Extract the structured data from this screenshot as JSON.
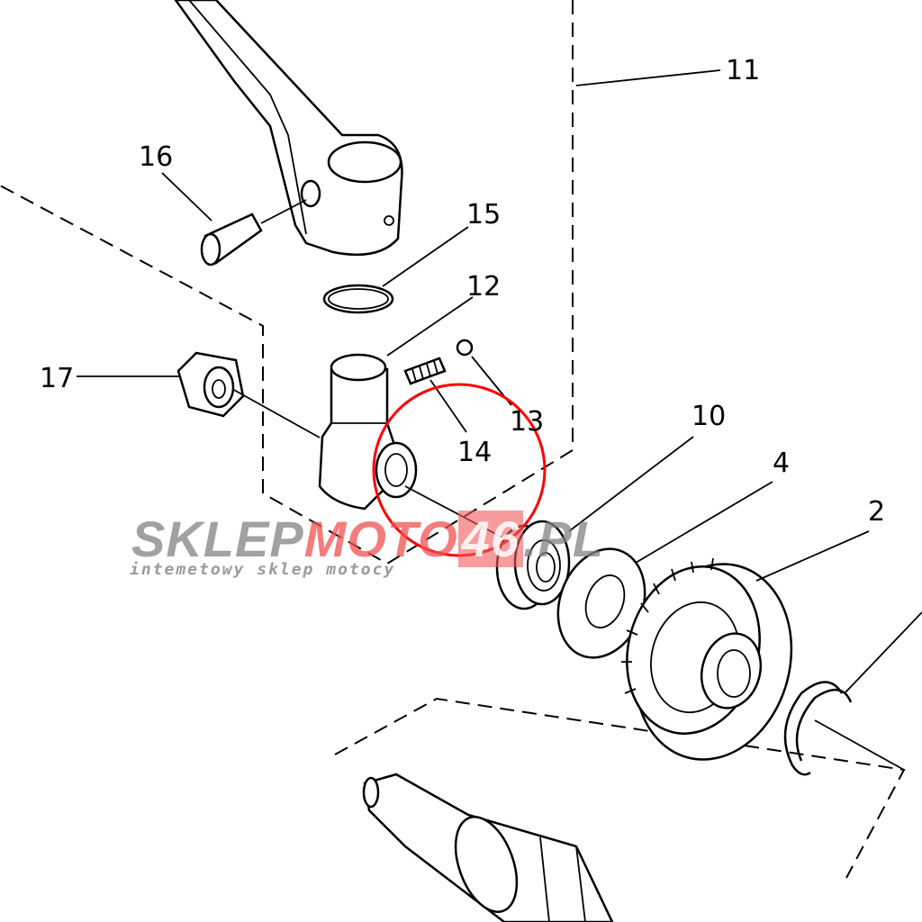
{
  "labels": {
    "p11": "11",
    "p16": "16",
    "p15": "15",
    "p12": "12",
    "p17": "17",
    "p14": "14",
    "p13": "13",
    "p10": "10",
    "p4": "4",
    "p2": "2"
  },
  "watermark": {
    "brand_gray": "SKLEP",
    "brand_red": "MOTO",
    "brand_box": "46",
    "brand_tld": ".PL",
    "tagline": "intemetowy sklep motocy"
  },
  "colors": {
    "highlight": "#ff0000",
    "watermark_red": "#f05a5a",
    "watermark_gray": "#828282"
  }
}
